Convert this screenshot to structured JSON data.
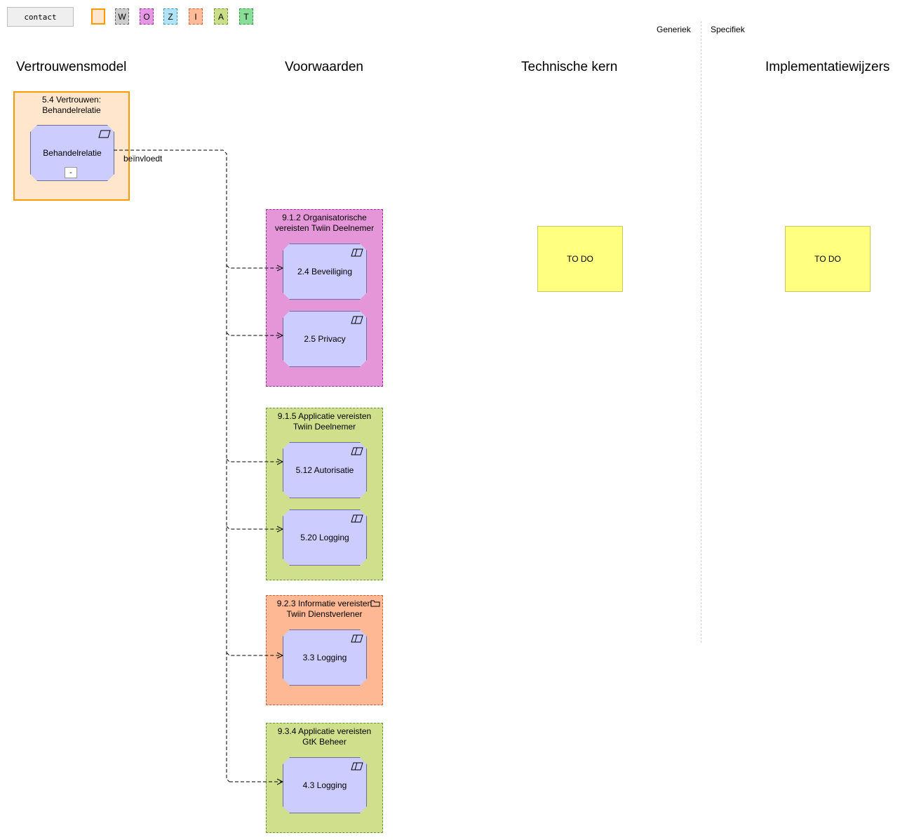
{
  "toolbar": {
    "contact_label": "contact"
  },
  "legend": [
    {
      "letter": "",
      "color": "#ffe6cc",
      "border": "#ff9900",
      "style": "solid"
    },
    {
      "letter": "W",
      "color": "#cccccc",
      "border": "#666666",
      "style": "dashed"
    },
    {
      "letter": "O",
      "color": "#e596e5",
      "border": "#993399",
      "style": "dashed"
    },
    {
      "letter": "Z",
      "color": "#b0e3f5",
      "border": "#3399cc",
      "style": "dashed"
    },
    {
      "letter": "I",
      "color": "#ffbb99",
      "border": "#cc6633",
      "style": "dashed"
    },
    {
      "letter": "A",
      "color": "#ccdd88",
      "border": "#669933",
      "style": "dashed"
    },
    {
      "letter": "T",
      "color": "#88dd99",
      "border": "#339944",
      "style": "dashed"
    }
  ],
  "column_labels": {
    "generic": "Generiek",
    "specific": "Specifiek"
  },
  "columns": [
    "Vertrouwensmodel",
    "Voorwaarden",
    "Technische kern",
    "Implementatiewijzers"
  ],
  "trust_model": {
    "title": "5.4 Vertrouwen: Behandelrelatie",
    "element": "Behandelrelatie",
    "collapse_label": "-",
    "fill": "#ffe6cc",
    "border": "#ff9900"
  },
  "relation_label": "beïnvloedt",
  "groups": [
    {
      "title": "9.1.2 Organisatorische vereisten Twiin Deelnemer",
      "fill": "#e596d9",
      "border": "#993399",
      "items": [
        "2.4 Beveiliging",
        "2.5 Privacy"
      ]
    },
    {
      "title": "9.1.5 Applicatie vereisten Twiin Deelnemer",
      "fill": "#cfdf8c",
      "border": "#669933",
      "items": [
        "5.12 Autorisatie",
        "5.20 Logging"
      ]
    },
    {
      "title": "9.2.3 Informatie vereisten Twiin Dienstverlener",
      "fill": "#ffb894",
      "border": "#cc6633",
      "items": [
        "3.3 Logging"
      ]
    },
    {
      "title": "9.3.4 Applicatie vereisten GtK Beheer",
      "fill": "#cfdf8c",
      "border": "#669933",
      "items": [
        "4.3 Logging"
      ]
    }
  ],
  "todo": [
    "TO DO",
    "TO DO"
  ],
  "colors": {
    "requirement_fill": "#ccccff",
    "todo_fill": "#ffff80"
  }
}
